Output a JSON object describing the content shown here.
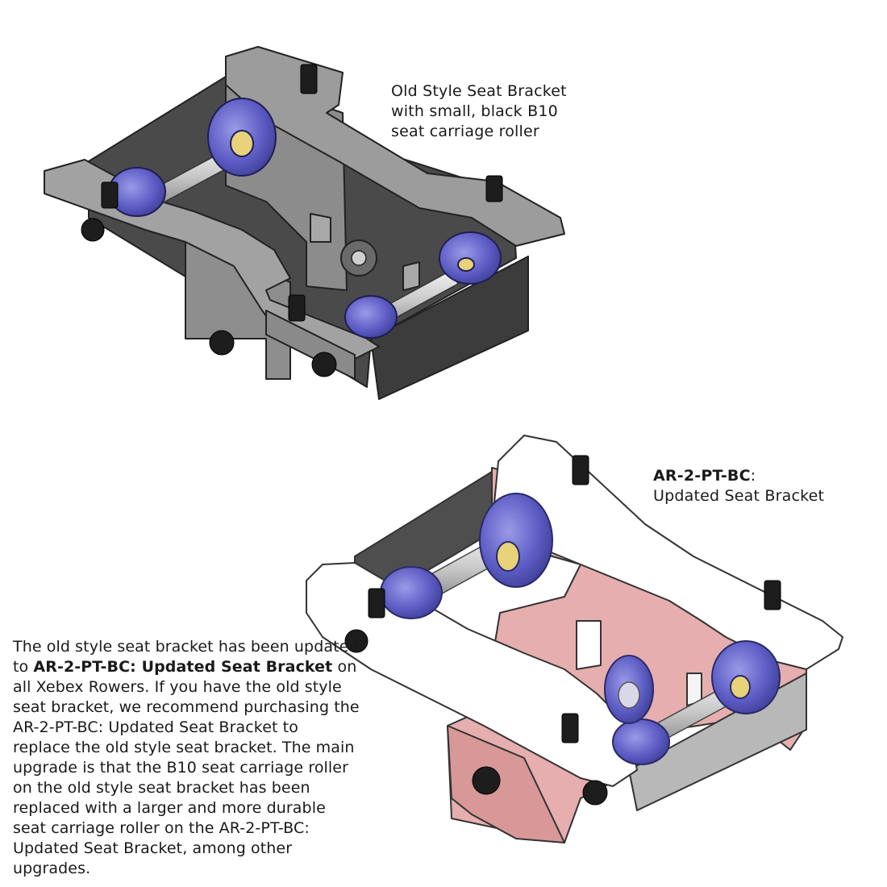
{
  "old_bracket": {
    "caption_lines": [
      "Old Style Seat Bracket",
      "with small, black B10",
      "seat carriage roller"
    ]
  },
  "new_bracket": {
    "caption_bold": "AR-2-PT-BC",
    "caption_colon": ":",
    "caption_line2": "Updated Seat Bracket"
  },
  "description": {
    "part1": "The old style seat bracket has been updated to ",
    "bold": "AR-2-PT-BC: Updated Seat Bracket",
    "part2": " on all Xebex Rowers. If you have the old style seat bracket, we recommend purchasing the AR-2-PT-BC: Updated Seat Bracket to replace the old style seat bracket. The main upgrade is that the B10 seat carriage roller on the old style seat bracket has been replaced with a larger and more durable seat carriage roller on the AR-2-PT-BC: Updated Seat Bracket, among other upgrades."
  },
  "colors": {
    "old_plate": "#9a9a9a",
    "new_plate_top": "#ffffff",
    "new_plate_side": "#e6aeae",
    "roller": "#5c5cc4"
  }
}
